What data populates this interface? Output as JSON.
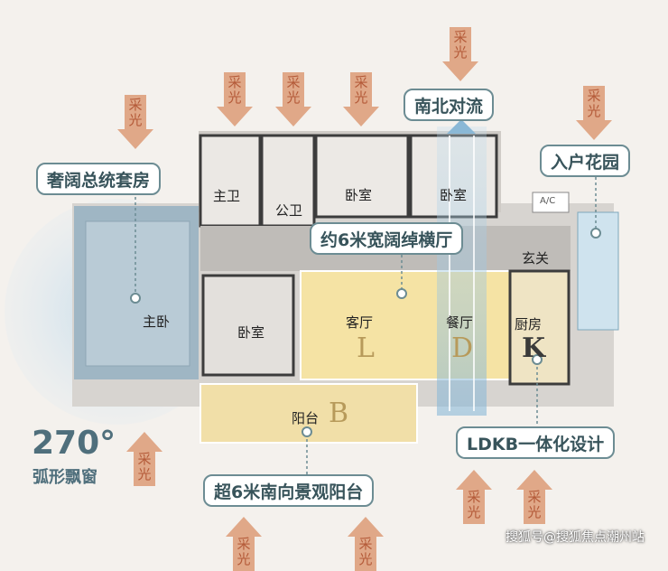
{
  "sunlight_label": "采光",
  "callouts": {
    "master_suite": "奢阔总统套房",
    "north_south": "南北对流",
    "entry_garden": "入户花园",
    "hall": "约6米宽阔绰横厅",
    "ldkb": "LDKB一体化设计",
    "balcony": "超6米南向景观阳台"
  },
  "rooms": {
    "master_bath": "主卫",
    "public_bath": "公卫",
    "bedroom_north_1": "卧室",
    "bedroom_north_2": "卧室",
    "bedroom_south": "卧室",
    "master_bedroom": "主卧",
    "living": "客厅",
    "dining": "餐厅",
    "kitchen": "厨房",
    "entrance": "玄关",
    "balcony": "阳台"
  },
  "letters": {
    "living": "L",
    "dining": "D",
    "kitchen": "K",
    "balcony": "B"
  },
  "ac_label": "A/C",
  "bay_window": {
    "angle": "270°",
    "caption": "弧形飘窗"
  },
  "watermark": "搜狐号@搜狐焦点潮州站",
  "colors": {
    "accent": "#6c8c93",
    "sun_arrow": "#e0a888",
    "sun_text": "#b45a38",
    "highlight": "#f5e3a4"
  }
}
